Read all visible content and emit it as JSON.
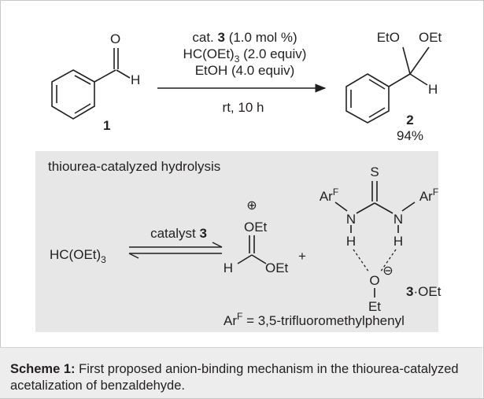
{
  "reaction": {
    "aldehyde_o": "O",
    "aldehyde_h": "H",
    "label_1": "1",
    "cond_cat_pre": "cat. ",
    "cond_cat_num": "3",
    "cond_cat_post": " (1.0 mol %)",
    "cond_orthoformate_a": "HC(OEt)",
    "cond_orthoformate_sub": "3",
    "cond_orthoformate_b": " (2.0 equiv)",
    "cond_ethanol": "EtOH (4.0 equiv)",
    "cond_time": "rt, 10 h",
    "product_oet_left": "EtO",
    "product_oet_right": "OEt",
    "product_h": "H",
    "label_2": "2",
    "yield": "94%"
  },
  "mechanism": {
    "title": "thiourea-catalyzed hydrolysis",
    "reagent_a": "HC(OEt)",
    "reagent_sub": "3",
    "arrow_label_pre": "catalyst ",
    "arrow_label_num": "3",
    "cation_plus": "⊕",
    "cation_oet_top": "OEt",
    "cation_h": "H",
    "cation_oet_bottom": "OEt",
    "plus": "+",
    "thiourea_s": "S",
    "ar_left": "Ar",
    "ar_left_sup": "F",
    "ar_right": "Ar",
    "ar_right_sup": "F",
    "n_left": "N",
    "n_right": "N",
    "h_left": "H",
    "h_right": "H",
    "anion_o": "O",
    "anion_minus": "⊖",
    "anion_et": "Et",
    "complex_label_num": "3",
    "complex_label_suffix": "·OEt",
    "arf_def_a": "Ar",
    "arf_def_sup": "F",
    "arf_def_b": " = 3,5-trifluoromethylphenyl"
  },
  "caption": {
    "label": "Scheme 1:",
    "text": " First proposed anion-binding mechanism in the thiourea-catalyzed acetalization of benzaldehyde."
  }
}
